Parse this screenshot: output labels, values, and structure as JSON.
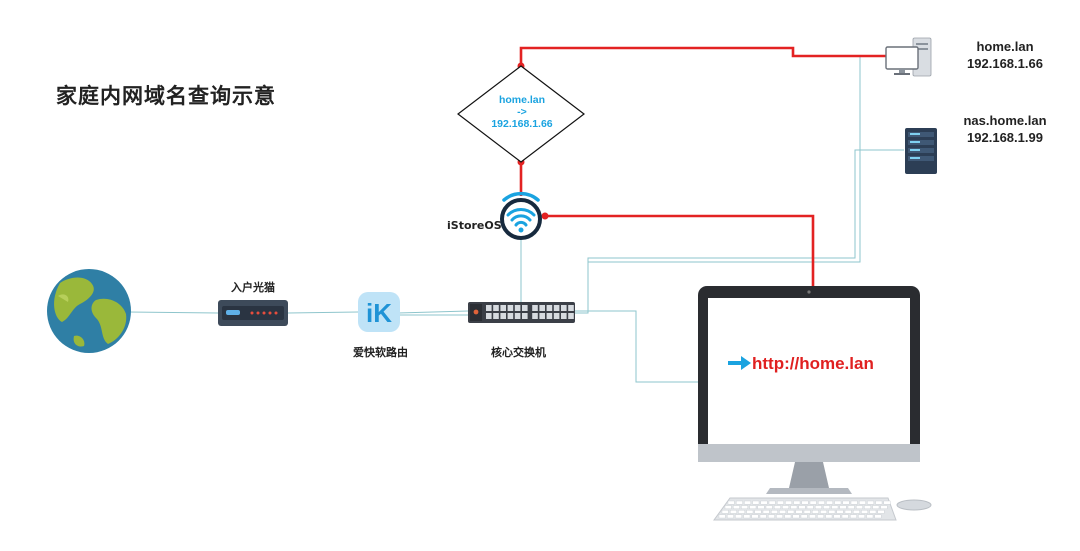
{
  "title": "家庭内网域名查询示意",
  "dns_record": {
    "domain": "home.lan",
    "arrow": "->",
    "ip": "192.168.1.66"
  },
  "istore_label": "iStoreOS",
  "modem_label": "入户光猫",
  "ikuai_label": "爱快软路由",
  "ikuai_logo_text": "iK",
  "switch_label": "核心交换机",
  "hosts": [
    {
      "name": "home.lan",
      "ip": "192.168.1.66"
    },
    {
      "name": "nas.home.lan",
      "ip": "192.168.1.99"
    }
  ],
  "monitor_url": "http://home.lan",
  "colors": {
    "query_line": "#e32222",
    "network_line": "#8ec5cc",
    "accent_blue": "#1aa3e0"
  }
}
